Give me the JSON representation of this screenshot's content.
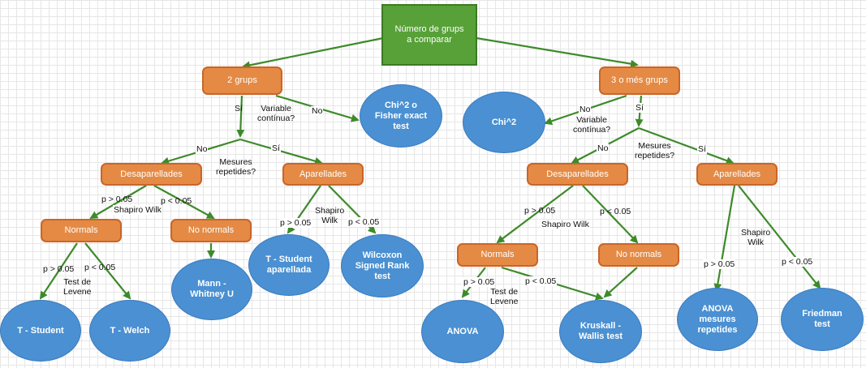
{
  "root": {
    "line1": "Número de grups",
    "line2": "a comparar"
  },
  "left": {
    "group": "2 grups",
    "continuous_q": {
      "line1": "Variable",
      "line2": "contínua?"
    },
    "yes": "Sí",
    "no": "No",
    "chi_leaf": {
      "line1": "Chi^2 o",
      "line2": "Fisher exact",
      "line3": "test"
    },
    "repeated_q": {
      "line1": "Mesures",
      "line2": "repetides?"
    },
    "no2": "No",
    "yes2": "Sí",
    "unpaired": "Desaparellades",
    "paired": "Aparellades",
    "p_gt": "p > 0.05",
    "p_lt": "p < 0.05",
    "shapiro": "Shapiro Wilk",
    "shapiro_line1": "Shapiro",
    "shapiro_line2": "Wilk",
    "normals": "Normals",
    "no_normals": "No normals",
    "levene": {
      "line1": "Test de",
      "line2": "Levene"
    },
    "t_student": "T - Student",
    "t_welch": "T - Welch",
    "mann": {
      "line1": "Mann -",
      "line2": "Whitney U"
    },
    "t_paired": {
      "line1": "T - Student",
      "line2": "aparellada"
    },
    "wilcoxon": {
      "line1": "Wilcoxon",
      "line2": "Signed Rank",
      "line3": "test"
    }
  },
  "right": {
    "group": "3 o més grups",
    "no": "No",
    "yes": "Sí",
    "continuous_q": {
      "line1": "Variable",
      "line2": "contínua?"
    },
    "chi_leaf": "Chi^2",
    "repeated_q": {
      "line1": "Mesures",
      "line2": "repetides?"
    },
    "no2": "No",
    "yes2": "Sí",
    "unpaired": "Desaparellades",
    "paired": "Aparellades",
    "p_gt": "p > 0.05",
    "p_lt": "p < 0.05",
    "shapiro": "Shapiro Wilk",
    "shapiro_line1": "Shapiro",
    "shapiro_line2": "Wilk",
    "normals": "Normals",
    "no_normals": "No normals",
    "levene": {
      "line1": "Test de",
      "line2": "Levene"
    },
    "anova": "ANOVA",
    "kruskal": {
      "line1": "Kruskall -",
      "line2": "Wallis test"
    },
    "anova_rep": {
      "line1": "ANOVA",
      "line2": "mesures",
      "line3": "repetides"
    },
    "friedman": {
      "line1": "Friedman",
      "line2": "test"
    }
  },
  "colors": {
    "root": "#57a138",
    "decision": "#e58a44",
    "leaf": "#4a90d2",
    "edge": "#3d8a2a"
  }
}
